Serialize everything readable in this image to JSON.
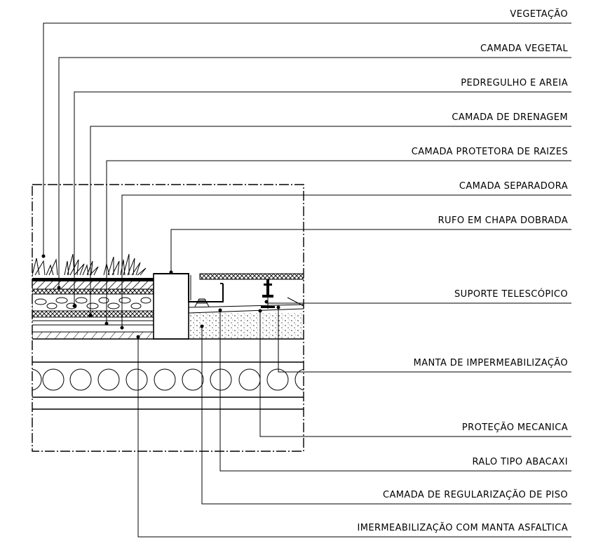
{
  "labels": {
    "vegetacao": "VEGETAÇÃO",
    "camada_vegetal": "CAMADA VEGETAL",
    "pedregulho_areia": "PEDREGULHO E AREIA",
    "camada_drenagem": "CAMADA DE DRENAGEM",
    "camada_protetora": "CAMADA PROTETORA DE RAIZES",
    "camada_separadora": "CAMADA SEPARADORA",
    "rufo": "RUFO EM CHAPA DOBRADA",
    "suporte": "SUPORTE TELESCÓPICO",
    "manta": "MANTA DE IMPERMEABILIZAÇÃO",
    "protecao": "PROTEÇÃO MECANICA",
    "ralo": "RALO TIPO ABACAXI",
    "regularizacao": "CAMADA DE REGULARIZAÇÃO DE PISO",
    "imper_asfaltica": "IMERMEABILIZAÇÃO COM MANTA ASFALTICA"
  }
}
